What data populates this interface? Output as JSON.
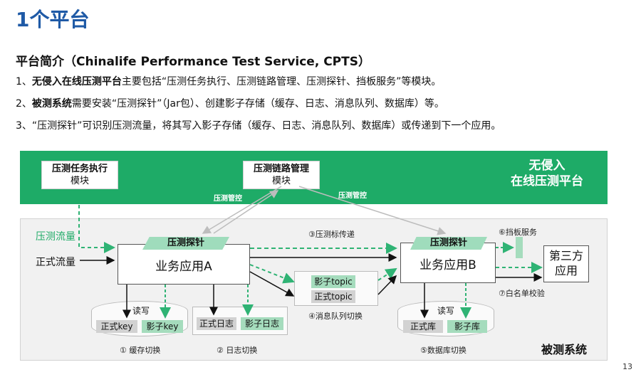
{
  "slide": {
    "title": "1个平台",
    "subtitle": "平台简介（Chinalife Performance Test Service, CPTS）",
    "page_number": "13",
    "line1": {
      "prefix": "1、",
      "bold": "无侵入在线压测平台",
      "rest": "主要包括“压测任务执行、压测链路管理、压测探针、挡板服务”等模块。"
    },
    "line2": {
      "prefix": "2、",
      "bold": "被测系统",
      "rest": "需要安装“压测探针”（Jar包）、创建影子存储（缓存、日志、消息队列、数据库）等。"
    },
    "line3": {
      "prefix": "3、",
      "rest": "“压测探针”可识别压测流量，将其写入影子存储（缓存、日志、消息队列、数据库）或传递到下一个应用。"
    }
  },
  "platform": {
    "title_line1": "无侵入",
    "title_line2": "在线压测平台",
    "task_module": {
      "line1": "压测任务执行",
      "line2": "模块"
    },
    "link_module": {
      "line1": "压测链路管理",
      "line2": "模块"
    },
    "control_label_left": "压测管控",
    "control_label_right": "压测管控"
  },
  "system": {
    "title": "被测系统",
    "traffic_test": "压测流量",
    "traffic_prod": "正式流量",
    "probe_a": "压测探针",
    "app_a": "业务应用A",
    "probe_b": "压测探针",
    "app_b": "业务应用B",
    "third_party_line1": "第三方",
    "third_party_line2": "应用",
    "label_pass": "③压测标传递",
    "label_mock": "⑥挡板服务",
    "label_whitelist": "⑦白名单校验",
    "cache": {
      "read_write": "读写",
      "prod": "正式key",
      "shadow": "影子key",
      "caption": "① 缓存切换"
    },
    "log": {
      "prod": "正式日志",
      "shadow": "影子日志",
      "caption": "② 日志切换"
    },
    "mq": {
      "shadow": "影子topic",
      "prod": "正式topic",
      "caption": "④消息队列切换"
    },
    "db": {
      "read_write": "读写",
      "prod": "正式库",
      "shadow": "影子库",
      "caption": "⑤数据库切换"
    }
  },
  "colors": {
    "green": "#1eab67",
    "accent": "#1f5aa6",
    "dash": "#2fb374"
  }
}
